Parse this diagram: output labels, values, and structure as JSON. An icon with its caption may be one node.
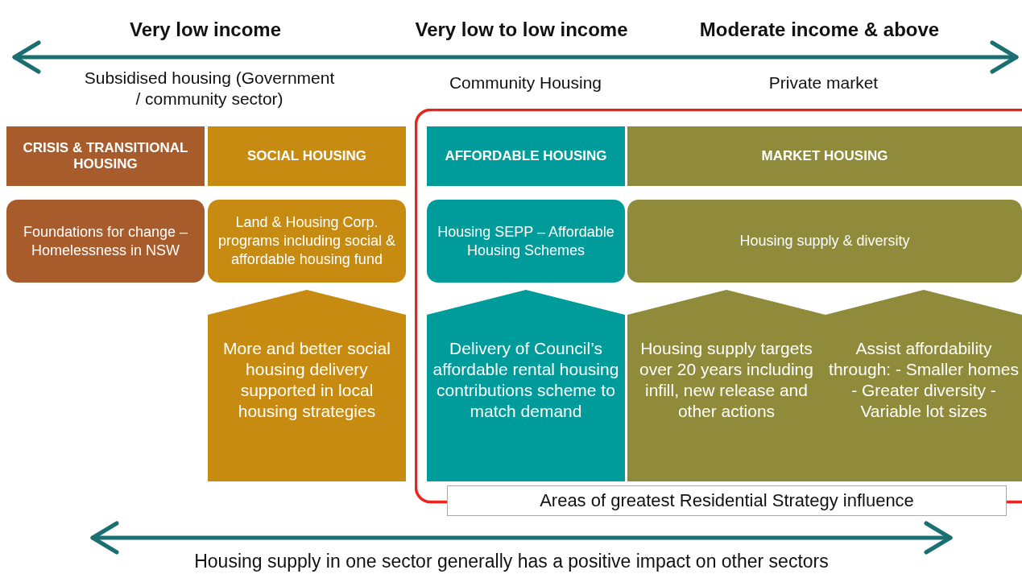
{
  "diagram": {
    "nodes": [
      {
        "text": [
          "CRISIS & TRANSITIONAL HOUSING"
        ]
      },
      {
        "text": [
          "SOCIAL HOUSING"
        ]
      },
      {
        "text": [
          "Areas of greatest Residential Strategy influence"
        ]
      },
      {
        "text": [
          "AFFORDABLE HOUSING"
        ],
        "in": 2
      },
      {
        "text": [
          "MARKET HOUSING"
        ],
        "in": 2
      },
      {
        "text": [
          "Foundations for change – Homelessness in NSW"
        ]
      },
      {
        "text": [
          "Land & Housing Corp. programs including social & affordable housing fund"
        ]
      },
      {
        "text": [
          "Housing SEPP – Affordable Housing Schemes"
        ],
        "in": 2
      },
      {
        "text": [
          "Housing supply & diversity"
        ],
        "in": 2
      },
      {
        "text": [
          "More and better social housing delivery supported in local housing strategies"
        ]
      },
      {
        "text": [
          "Delivery of Council’s affordable rental housing contributions scheme to match demand"
        ],
        "in": 2
      },
      {
        "text": [
          "Housing supply targets over 20 years including infill, new release and other actions"
        ],
        "in": 2
      },
      {
        "text": [
          "Assist affordability through: - Smaller homes - Greater diversity - Variable lot sizes"
        ],
        "in": 2
      }
    ],
    "edges": [],
    "labels": [
      "Very low income",
      "Very low to low income",
      "Moderate income & above",
      "Subsidised housing (Government / community sector)",
      "Community Housing",
      "Private market",
      "Housing supply in one sector generally has a positive impact on other sectors"
    ]
  }
}
